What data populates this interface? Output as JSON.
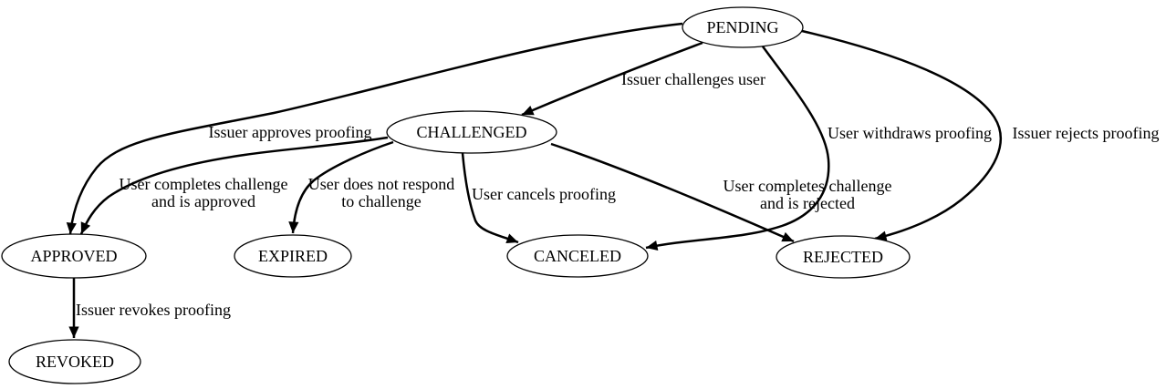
{
  "diagram": {
    "type": "state-transition-graph",
    "background_color": "#ffffff",
    "stroke_color": "#000000",
    "node_fill_color": "#ffffff",
    "text_color": "#000000",
    "nodes": [
      {
        "id": "pending",
        "label": "PENDING"
      },
      {
        "id": "challenged",
        "label": "CHALLENGED"
      },
      {
        "id": "approved",
        "label": "APPROVED"
      },
      {
        "id": "expired",
        "label": "EXPIRED"
      },
      {
        "id": "canceled",
        "label": "CANCELED"
      },
      {
        "id": "rejected",
        "label": "REJECTED"
      },
      {
        "id": "revoked",
        "label": "REVOKED"
      }
    ],
    "edges": [
      {
        "from": "PENDING",
        "to": "CHALLENGED",
        "label": [
          "Issuer challenges user"
        ]
      },
      {
        "from": "PENDING",
        "to": "APPROVED",
        "label": [
          "Issuer approves proofing"
        ]
      },
      {
        "from": "PENDING",
        "to": "CANCELED",
        "label": [
          "User withdraws proofing"
        ]
      },
      {
        "from": "PENDING",
        "to": "REJECTED",
        "label": [
          "Issuer rejects proofing"
        ]
      },
      {
        "from": "CHALLENGED",
        "to": "APPROVED",
        "label": [
          "User completes challenge",
          "and is approved"
        ]
      },
      {
        "from": "CHALLENGED",
        "to": "EXPIRED",
        "label": [
          "User does not respond",
          "to challenge"
        ]
      },
      {
        "from": "CHALLENGED",
        "to": "CANCELED",
        "label": [
          "User cancels proofing"
        ]
      },
      {
        "from": "CHALLENGED",
        "to": "REJECTED",
        "label": [
          "User completes challenge",
          "and is rejected"
        ]
      },
      {
        "from": "APPROVED",
        "to": "REVOKED",
        "label": [
          "Issuer revokes proofing"
        ]
      }
    ]
  }
}
